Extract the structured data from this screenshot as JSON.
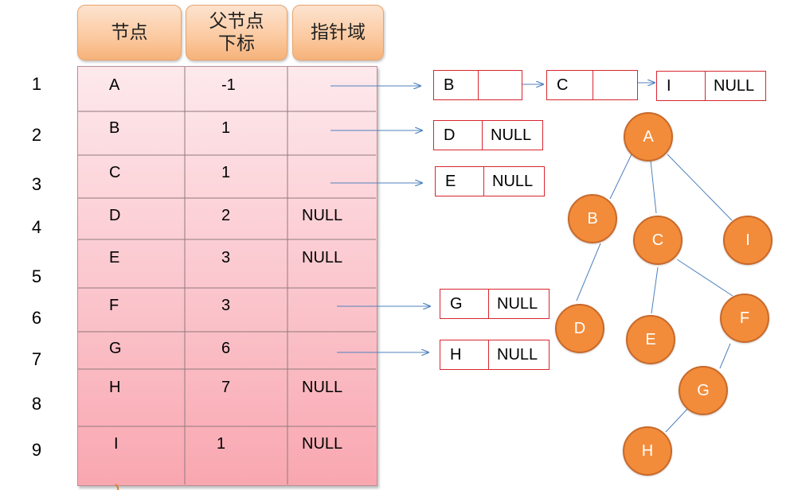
{
  "headers": {
    "node": "节点",
    "parent_line1": "父节点",
    "parent_line2": "下标",
    "pointer": "指针域"
  },
  "row_numbers": [
    "1",
    "2",
    "3",
    "4",
    "5",
    "6",
    "7",
    "8",
    "9"
  ],
  "rows": [
    {
      "node": "A",
      "parent": "-1",
      "pointer": ""
    },
    {
      "node": "B",
      "parent": "1",
      "pointer": ""
    },
    {
      "node": "C",
      "parent": "1",
      "pointer": ""
    },
    {
      "node": "D",
      "parent": "2",
      "pointer": "NULL"
    },
    {
      "node": "E",
      "parent": "3",
      "pointer": "NULL"
    },
    {
      "node": "F",
      "parent": "3",
      "pointer": ""
    },
    {
      "node": "G",
      "parent": "6",
      "pointer": ""
    },
    {
      "node": "H",
      "parent": "7",
      "pointer": "NULL"
    },
    {
      "node": "I",
      "parent": "1",
      "pointer": "NULL"
    }
  ],
  "child_lists": {
    "a_b": {
      "v": "B",
      "next": ""
    },
    "a_c": {
      "v": "C",
      "next": ""
    },
    "a_i": {
      "v": "I",
      "next": "NULL"
    },
    "b_d": {
      "v": "D",
      "next": "NULL"
    },
    "c_e": {
      "v": "E",
      "next": "NULL"
    },
    "f_g": {
      "v": "G",
      "next": "NULL"
    },
    "g_h": {
      "v": "H",
      "next": "NULL"
    }
  },
  "tree": {
    "nodes": {
      "A": "A",
      "B": "B",
      "C": "C",
      "I": "I",
      "D": "D",
      "E": "E",
      "F": "F",
      "G": "G",
      "H": "H"
    },
    "edges": [
      [
        "A",
        "B"
      ],
      [
        "A",
        "C"
      ],
      [
        "A",
        "I"
      ],
      [
        "B",
        "D"
      ],
      [
        "C",
        "E"
      ],
      [
        "C",
        "F"
      ],
      [
        "F",
        "G"
      ],
      [
        "G",
        "H"
      ]
    ]
  },
  "colors": {
    "arrow": "#4f81bd",
    "box_border": "#d8262e",
    "node_fill": "#f28c3a",
    "edge": "#4f81bd"
  }
}
